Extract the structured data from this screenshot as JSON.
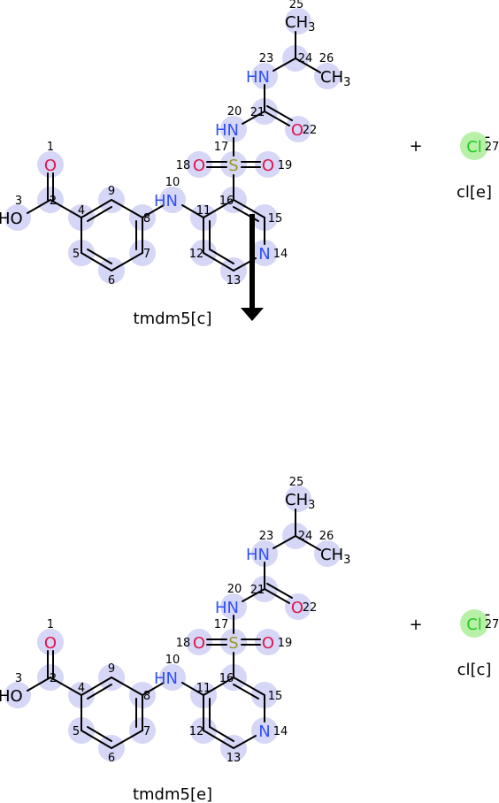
{
  "reaction": {
    "plus_symbol": "+",
    "reactants": {
      "molecule_caption": "tmdm5[c]",
      "ion_caption": "cl[e]"
    },
    "products": {
      "molecule_caption": "tmdm5[e]",
      "ion_caption": "cl[c]"
    },
    "atom_labels": {
      "O": "O",
      "HO": "HO",
      "HN": "HN",
      "N": "N",
      "S": "S",
      "CH": "CH",
      "three": "3",
      "Cl": "Cl",
      "charge": "-"
    },
    "atom_numbers": [
      "1",
      "2",
      "3",
      "4",
      "5",
      "6",
      "7",
      "8",
      "9",
      "10",
      "11",
      "12",
      "13",
      "14",
      "15",
      "16",
      "17",
      "18",
      "19",
      "20",
      "21",
      "22",
      "23",
      "24",
      "25",
      "26",
      "27"
    ]
  },
  "colors": {
    "oxygen": "#e0144c",
    "nitrogen": "#3050f8",
    "sulfur": "#999922",
    "chlorine": "#22cc22",
    "highlight": "#d6d6f6",
    "chlorine_highlight": "#b8f0a8",
    "arrow": "#000000"
  }
}
